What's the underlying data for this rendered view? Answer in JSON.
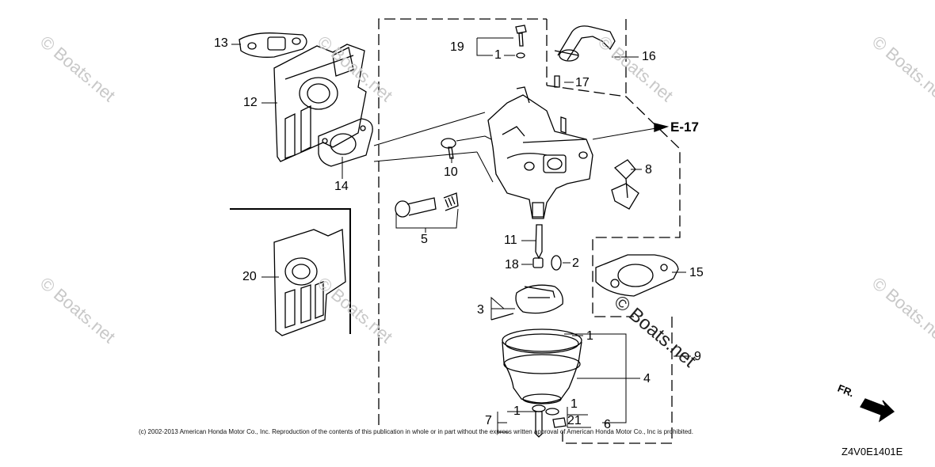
{
  "callouts": [
    {
      "id": "13",
      "label": "13"
    },
    {
      "id": "12",
      "label": "12"
    },
    {
      "id": "14",
      "label": "14"
    },
    {
      "id": "20",
      "label": "20"
    },
    {
      "id": "19",
      "label": "19"
    },
    {
      "id": "1a",
      "label": "1"
    },
    {
      "id": "16",
      "label": "16"
    },
    {
      "id": "17",
      "label": "17"
    },
    {
      "id": "10",
      "label": "10"
    },
    {
      "id": "8",
      "label": "8"
    },
    {
      "id": "5",
      "label": "5"
    },
    {
      "id": "11",
      "label": "11"
    },
    {
      "id": "18",
      "label": "18"
    },
    {
      "id": "2",
      "label": "2"
    },
    {
      "id": "15",
      "label": "15"
    },
    {
      "id": "3",
      "label": "3"
    },
    {
      "id": "1b",
      "label": "1"
    },
    {
      "id": "9",
      "label": "9"
    },
    {
      "id": "4",
      "label": "4"
    },
    {
      "id": "7",
      "label": "7"
    },
    {
      "id": "1c",
      "label": "1"
    },
    {
      "id": "1d",
      "label": "1"
    },
    {
      "id": "21",
      "label": "21"
    },
    {
      "id": "6",
      "label": "6"
    }
  ],
  "reference": "E-17",
  "direction_label": "FR.",
  "figure_code": "Z4V0E1401E",
  "copyright": "(c) 2002-2013 American Honda Motor Co., Inc. Reproduction of the contents of this publication in whole or in part without the express written approval of American Honda Motor Co., Inc is prohibited.",
  "watermark": "© Boats.net",
  "watermark_center": "© Boats.net",
  "colors": {
    "line": "#000000",
    "watermark": "#c8c8c8",
    "background": "#ffffff"
  }
}
